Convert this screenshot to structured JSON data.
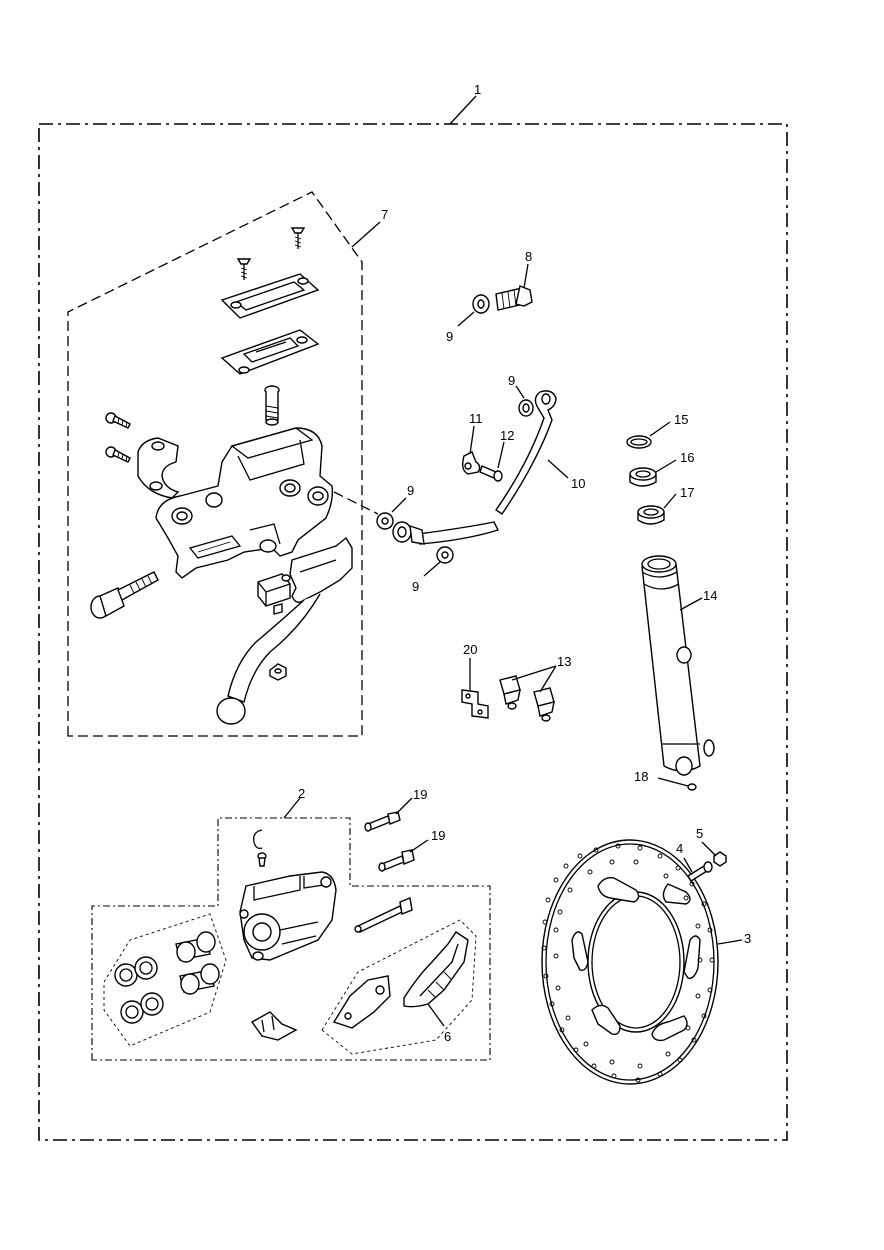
{
  "callouts": {
    "c1": "1",
    "c2": "2",
    "c3": "3",
    "c4": "4",
    "c5": "5",
    "c6": "6",
    "c7": "7",
    "c8": "8",
    "c9a": "9",
    "c9b": "9",
    "c9c": "9",
    "c9d": "9",
    "c10": "10",
    "c11": "11",
    "c12": "12",
    "c13": "13",
    "c14": "14",
    "c15": "15",
    "c16": "16",
    "c17": "17",
    "c18": "18",
    "c19a": "19",
    "c19b": "19",
    "c20": "20"
  }
}
